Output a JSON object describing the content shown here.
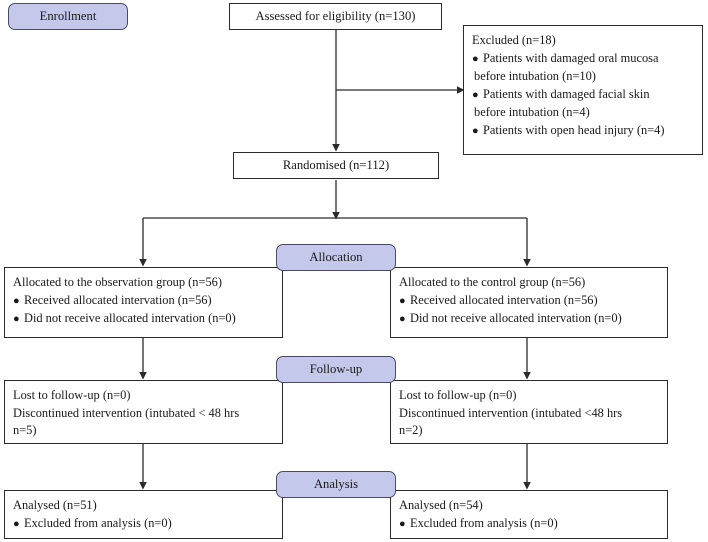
{
  "diagram": {
    "type": "consort-flow-diagram",
    "stage_fill": "#c4c8ea",
    "stage_border": "#4a4a6a",
    "box_border": "#2b2b2b",
    "background": "#ffffff"
  },
  "stages": {
    "enrollment": "Enrollment",
    "allocation": "Allocation",
    "followup": "Follow-up",
    "analysis": "Analysis"
  },
  "enrollment": {
    "assessed": "Assessed for eligibility  (n=130)",
    "randomised": "Randomised  (n=112)",
    "excluded": {
      "heading": "Excluded  (n=18)",
      "items": [
        "Patients with damaged oral mucosa",
        "before intubation  (n=10)",
        "Patients with damaged facial skin",
        "before intubation  (n=4)",
        "Patients with open head injury (n=4)"
      ]
    }
  },
  "allocation": {
    "left": {
      "heading": "Allocated to the observation group (n=56)",
      "items": [
        "Received allocated intervation  (n=56)",
        "Did not receive allocated intervation  (n=0)"
      ]
    },
    "right": {
      "heading": "Allocated to the control group (n=56)",
      "items": [
        "Received allocated intervation  (n=56)",
        "Did not receive allocated intervation  (n=0)"
      ]
    }
  },
  "followup": {
    "left": {
      "lines": [
        "Lost to follow-up (n=0)",
        "Discontinued intervention (intubated < 48 hrs",
        "n=5)"
      ]
    },
    "right": {
      "lines": [
        "Lost to follow-up  (n=0)",
        "Discontinued intervention (intubated <48 hrs",
        "n=2)"
      ]
    }
  },
  "analysis": {
    "left": {
      "heading": "Analysed (n=51)",
      "items": [
        "Excluded from analysis  (n=0)"
      ]
    },
    "right": {
      "heading": "Analysed  (n=54)",
      "items": [
        "Excluded from analysis  (n=0)"
      ]
    }
  }
}
